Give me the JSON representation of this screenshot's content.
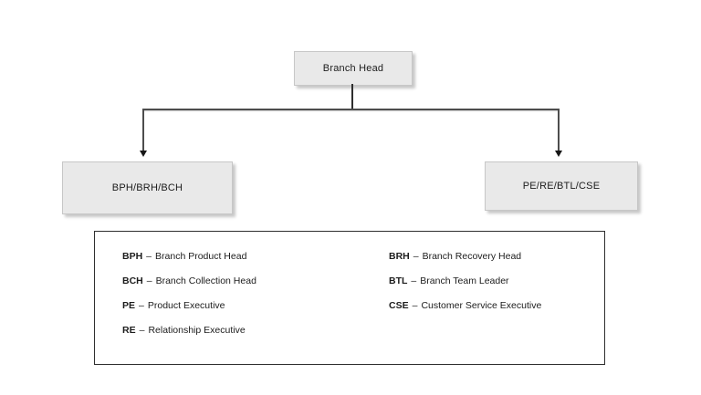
{
  "chart": {
    "root": {
      "label": "Branch Head"
    },
    "children": {
      "left": {
        "label": "BPH/BRH/BCH"
      },
      "right": {
        "label": "PE/RE/BTL/CSE"
      }
    }
  },
  "legend": {
    "separator": "–",
    "left_column": [
      {
        "abbr": "BPH",
        "meaning": "Branch Product Head"
      },
      {
        "abbr": "BCH",
        "meaning": "Branch Collection Head"
      },
      {
        "abbr": "PE",
        "meaning": "Product Executive"
      },
      {
        "abbr": "RE",
        "meaning": "Relationship Executive"
      }
    ],
    "right_column": [
      {
        "abbr": "BRH",
        "meaning": "Branch Recovery Head"
      },
      {
        "abbr": "BTL",
        "meaning": "Branch Team Leader"
      },
      {
        "abbr": "CSE",
        "meaning": "Customer Service Executive"
      }
    ]
  },
  "colors": {
    "node_fill": "#e9e9e9",
    "node_border": "#c7c7c7",
    "connector_line": "#4d4d4d",
    "legend_border": "#2e2e2e",
    "text": "#1c1c1c",
    "background": "#ffffff"
  }
}
